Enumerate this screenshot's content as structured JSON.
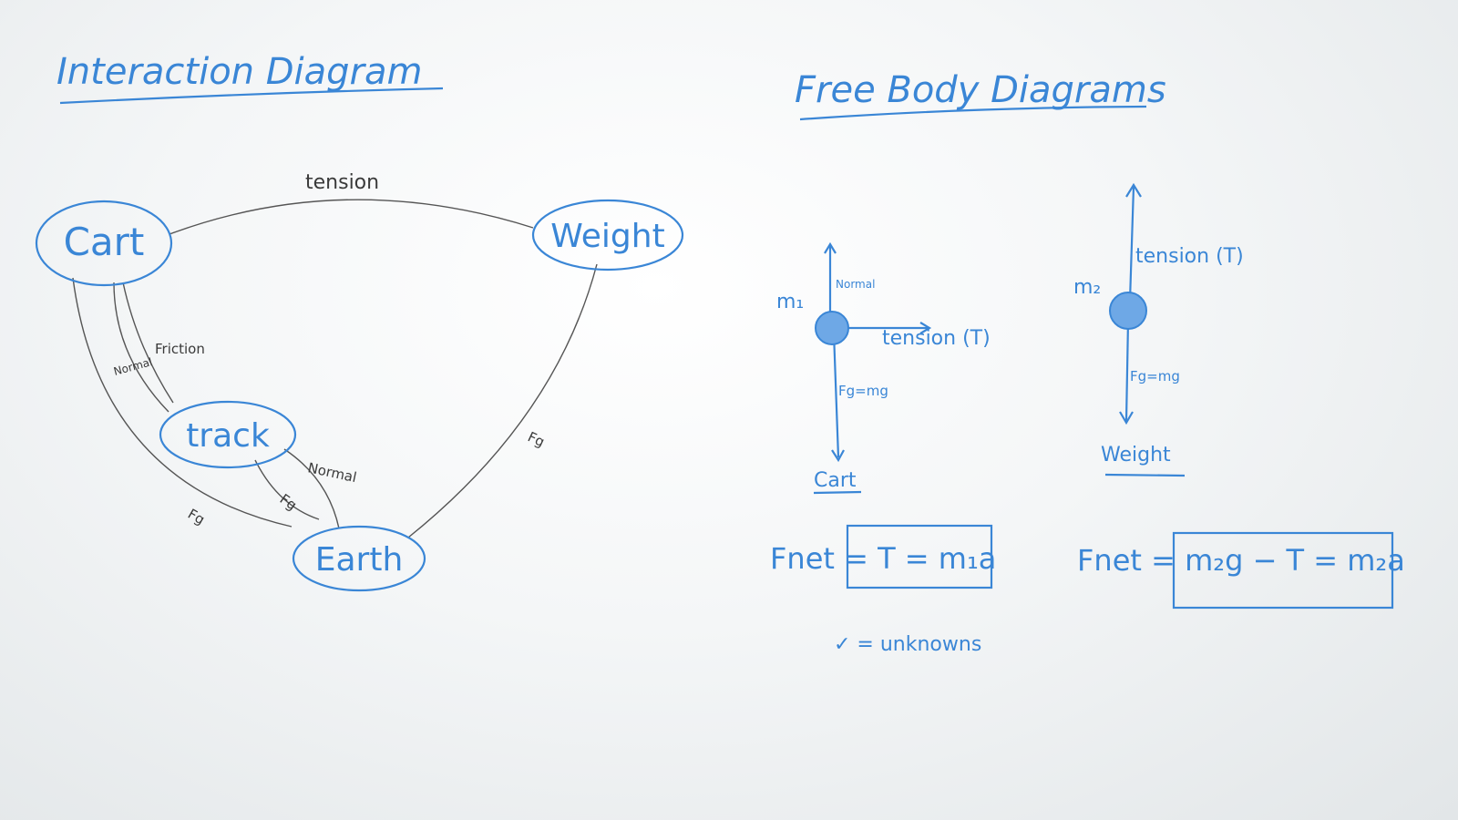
{
  "interaction": {
    "title": "Interaction Diagram",
    "nodes": {
      "cart": "Cart",
      "weight": "Weight",
      "track": "track",
      "earth": "Earth"
    },
    "edges": {
      "cart_weight": "tension",
      "cart_track_friction": "Friction",
      "cart_track_normal": "Normal",
      "track_earth_normal": "Normal",
      "track_earth_fg": "Fg",
      "cart_earth_fg": "Fg",
      "weight_earth_fg": "Fg"
    }
  },
  "free_body": {
    "title": "Free Body Diagrams",
    "cart": {
      "mass": "m₁",
      "normal": "Normal",
      "tension": "tension (T)",
      "gravity": "Fg=mg",
      "caption": "Cart",
      "equation": "Fnet = T = m₁a"
    },
    "weight": {
      "mass": "m₂",
      "tension": "tension (T)",
      "gravity": "Fg=mg",
      "caption": "Weight",
      "equation": "Fnet = m₂g − T = m₂a"
    },
    "legend": "✓ = unknowns"
  },
  "colors": {
    "ink_blue": "#3a86d6",
    "ink_black": "#3a3a3a",
    "board": "#f4f6f7"
  }
}
